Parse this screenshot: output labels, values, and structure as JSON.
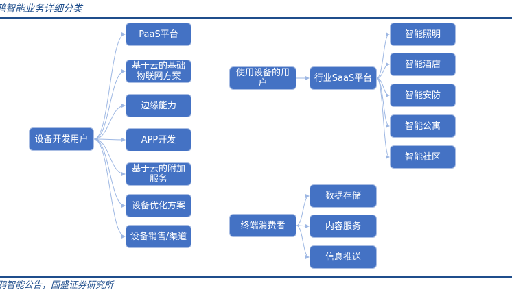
{
  "header": {
    "title": "鸦智能业务详细分类"
  },
  "footer": {
    "source": "鸦智能公告，国盛证券研究所"
  },
  "diagram": {
    "root": "设备开发用户",
    "root_children": [
      "PaaS平台",
      "基于云的基础物联网方案",
      "边缘能力",
      "APP开发",
      "基于云的附加服务",
      "设备优化方案",
      "设备销售/渠道"
    ],
    "user": "使用设备的用户",
    "saas": "行业SaaS平台",
    "saas_children": [
      "智能照明",
      "智能酒店",
      "智能安防",
      "智能公寓",
      "智能社区"
    ],
    "consumer": "终端消费者",
    "consumer_children": [
      "数据存储",
      "内容服务",
      "信息推送"
    ]
  },
  "colors": {
    "box": "#4472c4",
    "line": "#9db7e3",
    "rule": "#1f4e8c"
  }
}
